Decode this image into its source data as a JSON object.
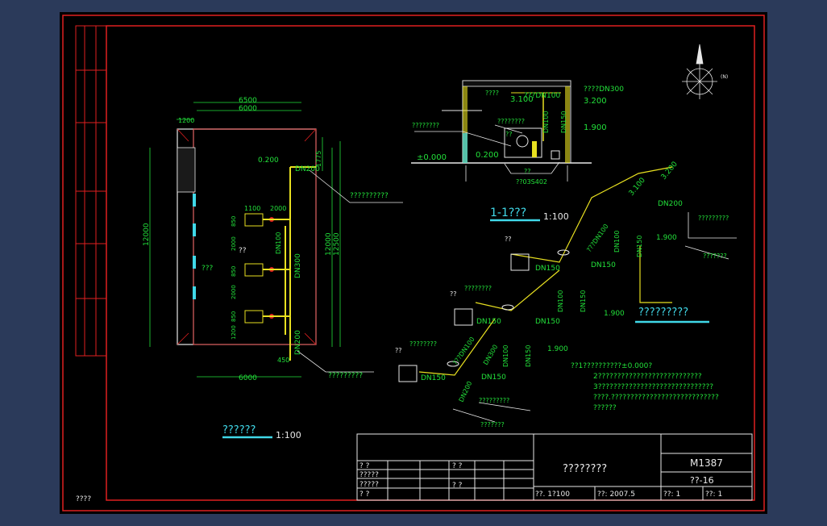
{
  "colors": {
    "background": "#000000",
    "window": "#2b3a5a",
    "frame": "#e02020",
    "dims": "#22e03a",
    "text": "#e8e8e8",
    "cyan": "#40d8e8",
    "yellow": "#e8e020"
  },
  "plan": {
    "title": "??????",
    "scale": "1:100",
    "dim_top_outer": "6500",
    "dim_top_inner": "6000",
    "dim_1200": "1200",
    "dim_left": "12000",
    "dim_right_a": "12000",
    "dim_right_b": "12500",
    "dim_bottom": "6000",
    "dim_1775": "1775",
    "level_0200": "0.200",
    "pipe_dn200_top": "DN200",
    "pipe_dn100": "DN100",
    "pipe_dn300": "DN300",
    "pipe_dn200_bottom": "DN200",
    "dim_1100": "1100",
    "dim_2000": "2000",
    "d850a": "850",
    "d2000a": "2000",
    "d850b": "850",
    "d2000b": "2000",
    "d850c": "850",
    "d1200": "1200",
    "pump_tag": "??",
    "room_label": "???",
    "dim_450": "450",
    "callout_top": "??????????",
    "callout_bottom": "?????????"
  },
  "section": {
    "title": "1-1???",
    "scale": "1:100",
    "lvl_3100": "3.100",
    "lvl_3200": "3.200",
    "lvl_1900": "1.900",
    "lvl_0200": "0.200",
    "lvl_000": "±0.000",
    "label_q": "????",
    "label_dn100": "???DN100",
    "label_dn300": "????DN300",
    "label_left": "????????",
    "label_mid": "????????",
    "label_pump": "??",
    "label_base": "??",
    "label_std": "??03S402",
    "pipe_vert1": "DN100",
    "pipe_vert2": "DN150"
  },
  "iso": {
    "title": "?????????",
    "lvl_3100": "3.100",
    "lvl_3200": "3.200",
    "lvl_1900a": "1.900",
    "lvl_1900b": "1.900",
    "lvl_1900c": "1.900",
    "dn200a": "DN200",
    "dn150a": "DN150",
    "dn150b": "DN150",
    "dn150c": "DN150",
    "dn150d": "DN150",
    "dn150e": "DN150",
    "dn150f": "DN150",
    "dn150g": "DN150",
    "dn100a": "DN100",
    "dn100b": "DN100",
    "dn100c": "DN100",
    "dn300": "DN300",
    "dn200b": "DN200",
    "label_dn100a": "???DN100",
    "label_dn100b": "???DN100",
    "pump1": "??",
    "pump2": "??",
    "pump3": "??",
    "lead1": "?????????",
    "lead2": "???????",
    "lead3": "????????",
    "lead4": "????????",
    "lead5": "?????????",
    "lead6": "???????",
    "notes": [
      "??1??????????±0.000?",
      "2???????????????????????????",
      "3??????????????????????????????",
      "????.????????????????????????????",
      "??????"
    ]
  },
  "north": {
    "label": "(N)"
  },
  "title_block": {
    "drawing_name": "????????",
    "drawing_no": "M1387",
    "sheet": "??-16",
    "rows": [
      "?  ?",
      "?????",
      "?????",
      "?  ?"
    ],
    "mid_rows": [
      "? ?",
      "? ?"
    ],
    "scale": "??. 1?100",
    "date": "??: 2007.5",
    "cell_a": "??: 1",
    "cell_b": "??: 1"
  },
  "margin_note": "????"
}
